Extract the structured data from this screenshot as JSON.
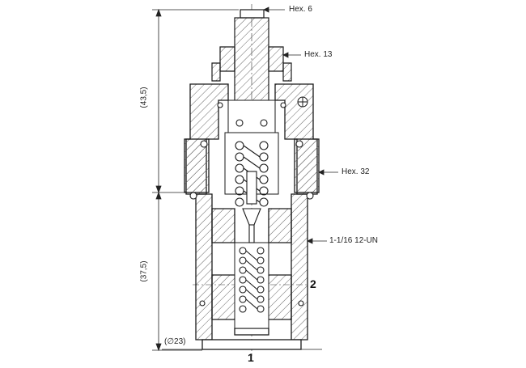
{
  "callouts": {
    "hex_6": "Hex. 6",
    "hex_13": "Hex. 13",
    "hex_32": "Hex. 32",
    "thread": "1-1/16 12-UN"
  },
  "dimensions": {
    "upper_length": "(43,5)",
    "lower_length": "(37,5)",
    "diameter": "(∅23)"
  },
  "ports": {
    "port_1": "1",
    "port_2": "2"
  },
  "colors": {
    "line": "#1a1a1a",
    "hatch": "#555555",
    "background": "#ffffff"
  }
}
